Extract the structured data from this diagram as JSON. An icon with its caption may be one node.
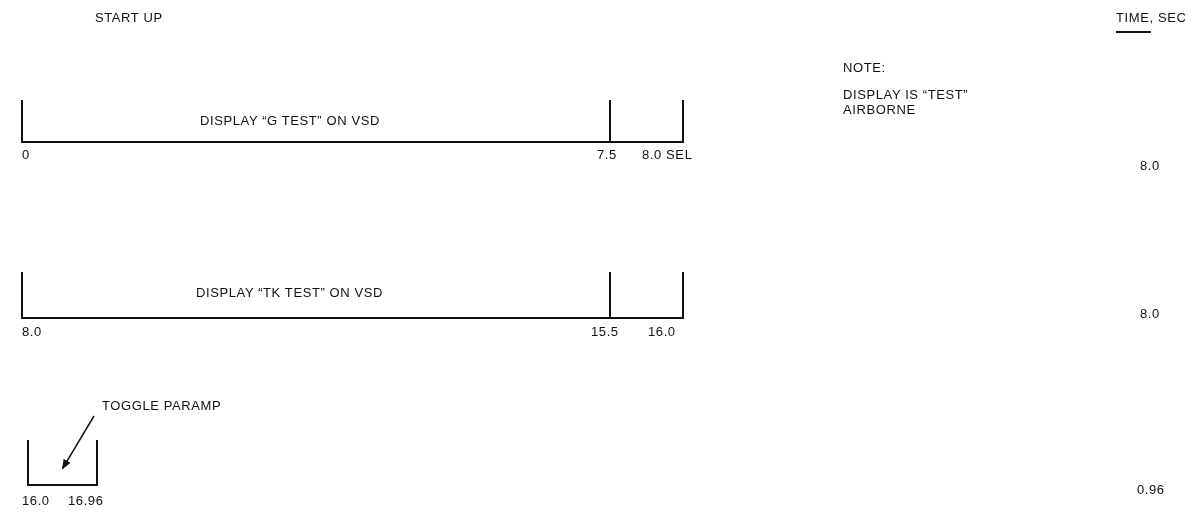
{
  "diagram": {
    "nodes": [
      {
        "text": [
          "TOGGLE PARAMP"
        ]
      },
      {
        "text": [],
        "shape": "bracket",
        "beside": [
          "16.0",
          "16.96"
        ]
      }
    ],
    "edges": [
      {
        "from": 0,
        "to": 1,
        "arrow": "to"
      }
    ],
    "labels": [
      "START UP",
      "TIME, SEC",
      "NOTE:",
      "DISPLAY IS “TEST” AIRBORNE",
      "DISPLAY “G TEST” ON VSD",
      "0",
      "7.5",
      "8.0 SEL",
      "8.0",
      "DISPLAY “TK TEST” ON VSD",
      "8.0",
      "15.5",
      "16.0",
      "8.0",
      "0.96"
    ]
  }
}
